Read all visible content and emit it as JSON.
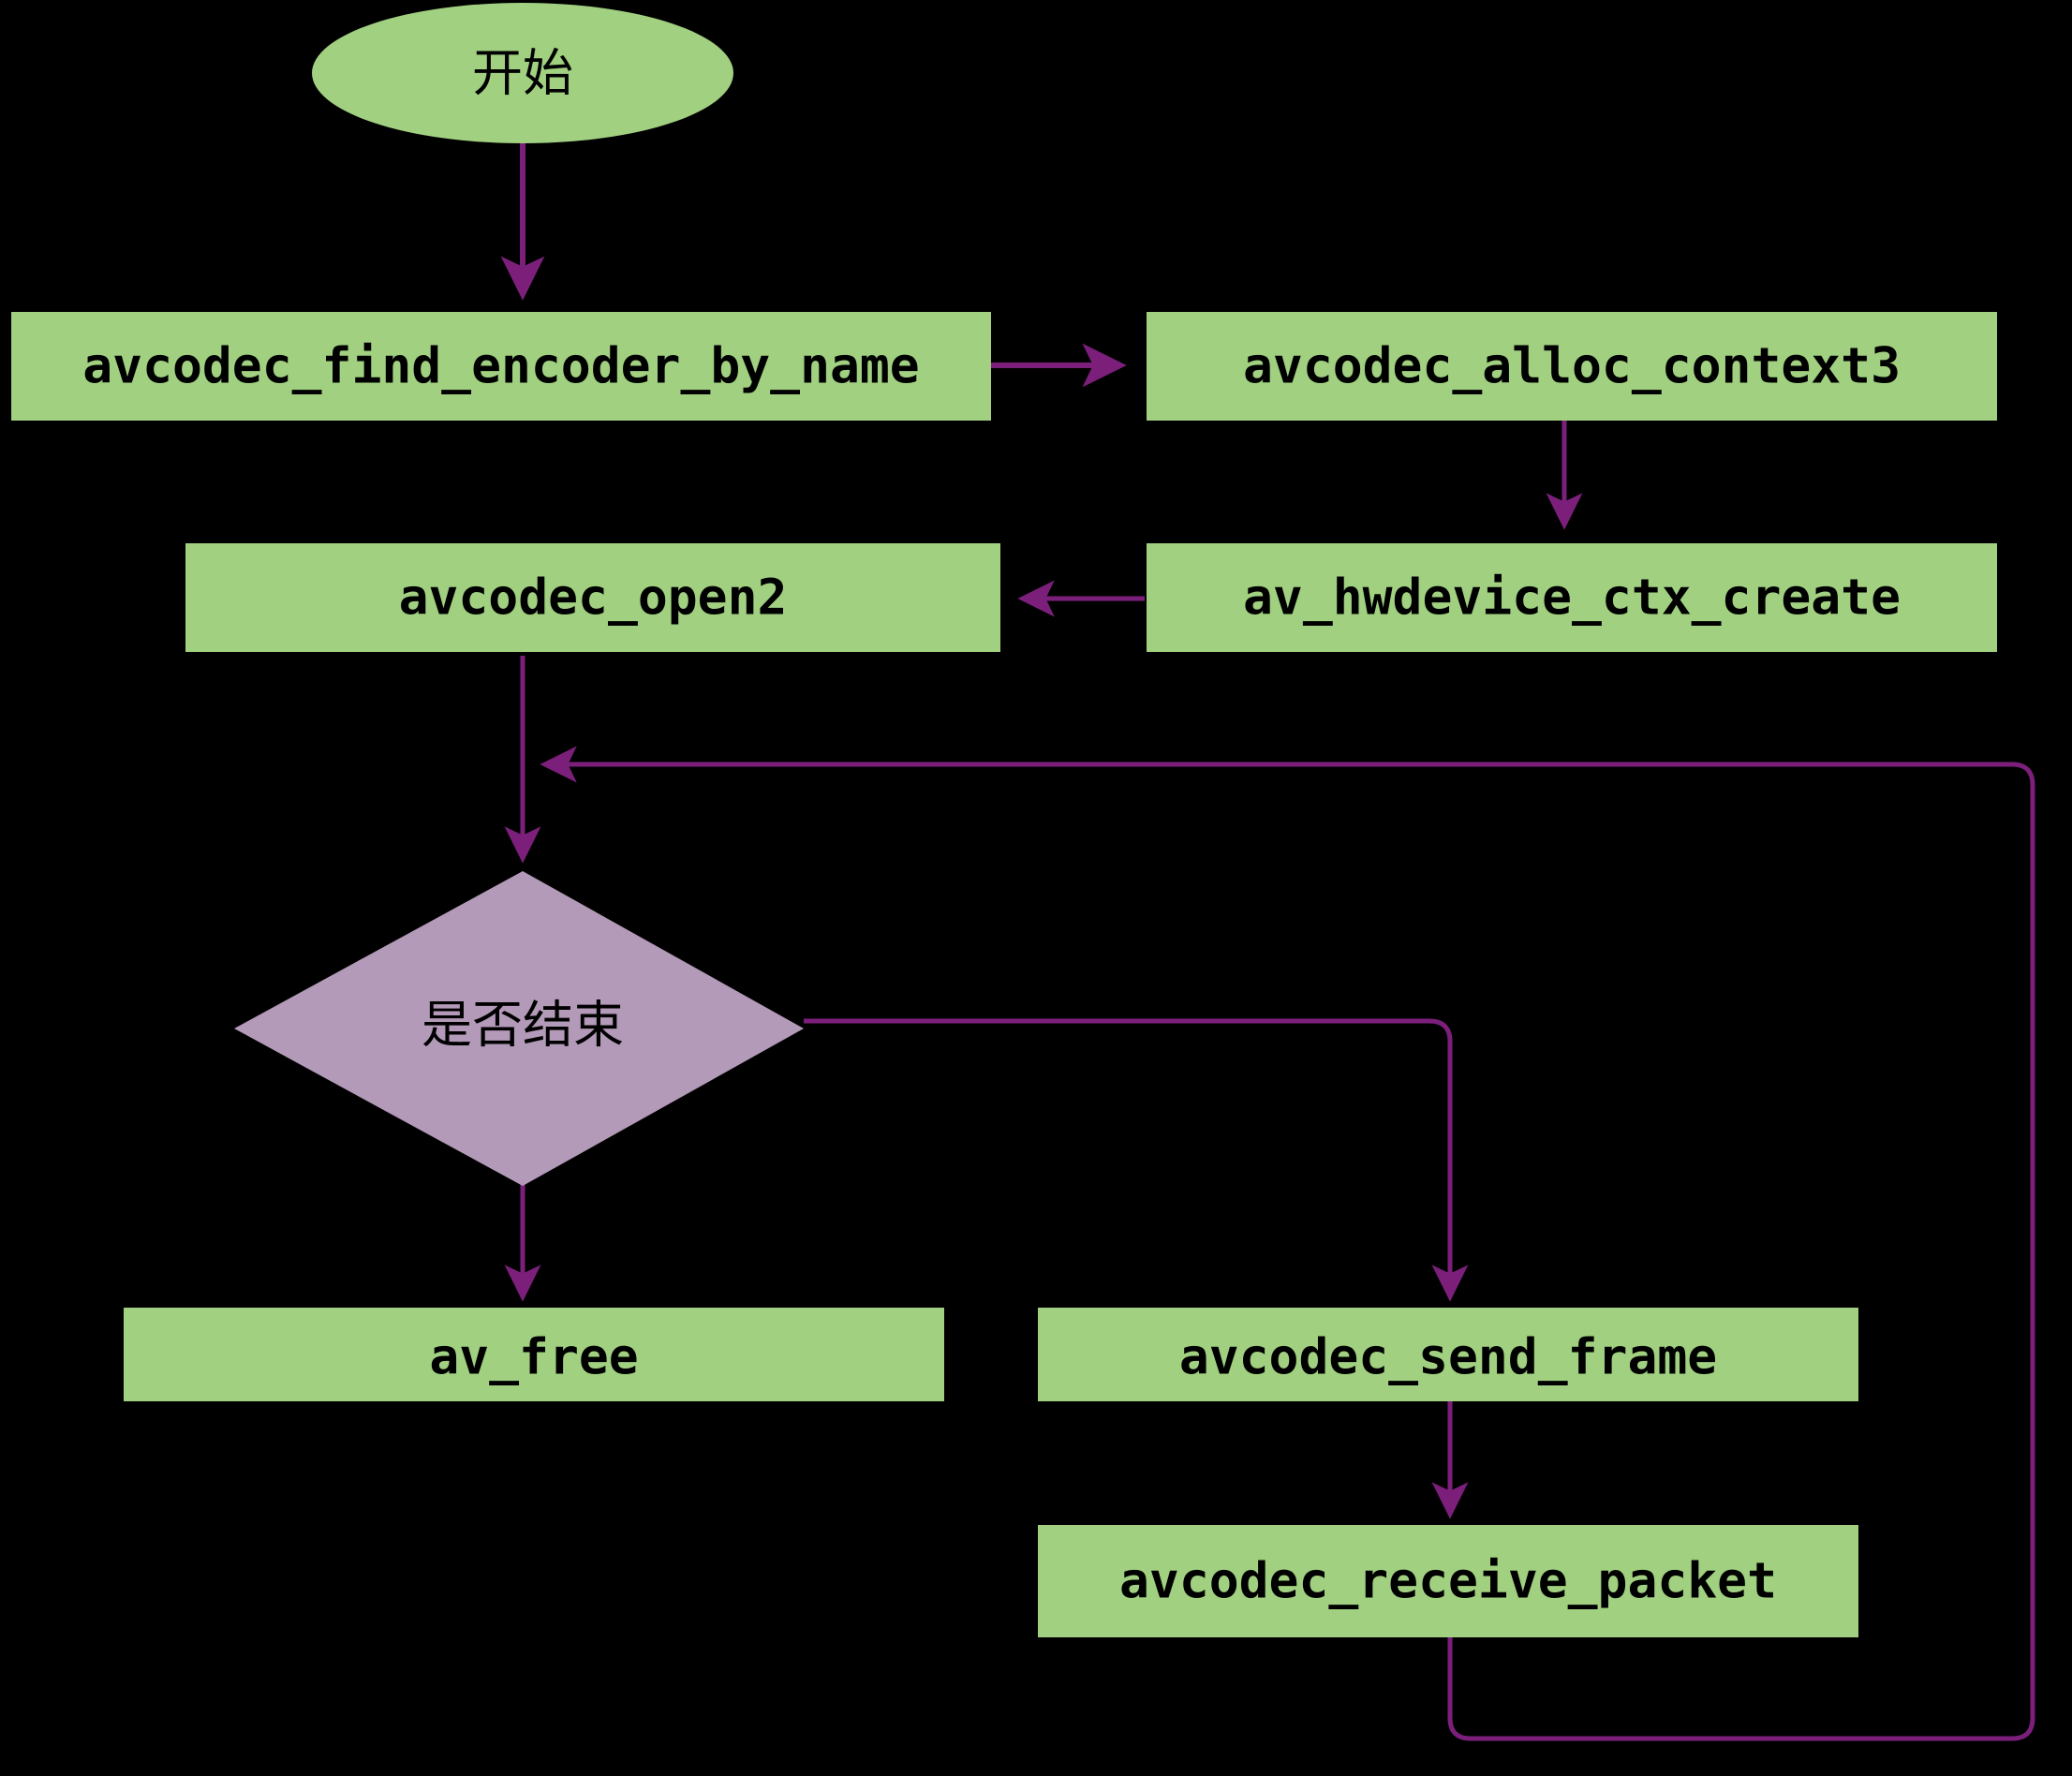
{
  "diagram": {
    "title": "FFmpeg hardware encoding flowchart",
    "background_color": "#000000",
    "process_fill": "#a0d080",
    "terminal_fill": "#a0d080",
    "decision_fill": "#b39ab8",
    "edge_color": "#7b1f7b",
    "text_color": "#000000",
    "type": "flowchart"
  },
  "nodes": {
    "start": {
      "label": "开始",
      "shape": "ellipse"
    },
    "find_encoder": {
      "label": "avcodec_find_encoder_by_name",
      "shape": "rect"
    },
    "alloc_context": {
      "label": "avcodec_alloc_context3",
      "shape": "rect"
    },
    "hwdevice_create": {
      "label": "av_hwdevice_ctx_create",
      "shape": "rect"
    },
    "open2": {
      "label": "avcodec_open2",
      "shape": "rect"
    },
    "is_finished": {
      "label": "是否结束",
      "shape": "diamond"
    },
    "av_free": {
      "label": "av_free",
      "shape": "rect"
    },
    "send_frame": {
      "label": "avcodec_send_frame",
      "shape": "rect"
    },
    "receive_packet": {
      "label": "avcodec_receive_packet",
      "shape": "rect"
    }
  },
  "edges": [
    {
      "from": "start",
      "to": "find_encoder",
      "label": ""
    },
    {
      "from": "find_encoder",
      "to": "alloc_context",
      "label": ""
    },
    {
      "from": "alloc_context",
      "to": "hwdevice_create",
      "label": ""
    },
    {
      "from": "hwdevice_create",
      "to": "open2",
      "label": ""
    },
    {
      "from": "open2",
      "to": "is_finished",
      "label": ""
    },
    {
      "from": "is_finished",
      "to": "av_free",
      "label": ""
    },
    {
      "from": "is_finished",
      "to": "send_frame",
      "label": ""
    },
    {
      "from": "send_frame",
      "to": "receive_packet",
      "label": ""
    },
    {
      "from": "receive_packet",
      "to": "is_finished",
      "label": ""
    }
  ]
}
